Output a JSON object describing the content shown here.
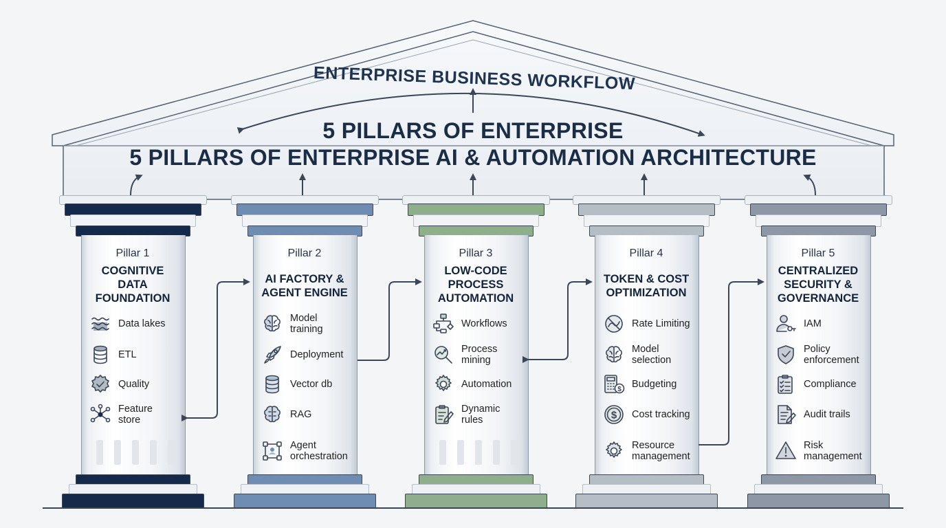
{
  "roof_title": "ENTERPRISE BUSINESS WORKFLOW",
  "title_line1": "5 PILLARS OF ENTERPRISE",
  "title_line2": "5 PILLARS OF ENTERPRISE AI & AUTOMATION ARCHITECTURE",
  "colors": {
    "pillar1": "#152a4a",
    "pillar2": "#6f8db3",
    "pillar3": "#8fae8c",
    "pillar4": "#b4bec4",
    "pillar5": "#8e97a6",
    "outline": "#3c4656"
  },
  "pillars": [
    {
      "number": "Pillar 1",
      "title": [
        "COGNITIVE",
        "DATA",
        "FOUNDATION"
      ],
      "items": [
        {
          "label": [
            "Data lakes"
          ],
          "icon": "water-waves-icon"
        },
        {
          "label": [
            "ETL"
          ],
          "icon": "database-stack-icon"
        },
        {
          "label": [
            "Quality"
          ],
          "icon": "quality-badge-icon"
        },
        {
          "label": [
            "Feature",
            "store"
          ],
          "icon": "network-nodes-icon"
        }
      ]
    },
    {
      "number": "Pillar 2",
      "title": [
        "AI FACTORY &",
        "AGENT ENGINE"
      ],
      "items": [
        {
          "label": [
            "Model",
            "training"
          ],
          "icon": "brain-icon"
        },
        {
          "label": [
            "Deployment"
          ],
          "icon": "rocket-icon"
        },
        {
          "label": [
            "Vector db"
          ],
          "icon": "database-icon"
        },
        {
          "label": [
            "RAG"
          ],
          "icon": "brain-circuit-icon"
        },
        {
          "label": [
            "Agent",
            "orchestration"
          ],
          "icon": "agent-network-icon"
        }
      ]
    },
    {
      "number": "Pillar 3",
      "title": [
        "LOW-CODE",
        "PROCESS",
        "AUTOMATION"
      ],
      "items": [
        {
          "label": [
            "Workflows"
          ],
          "icon": "flowchart-icon"
        },
        {
          "label": [
            "Process",
            "mining"
          ],
          "icon": "magnifier-chart-icon"
        },
        {
          "label": [
            "Automation"
          ],
          "icon": "gear-icon"
        },
        {
          "label": [
            "Dynamic",
            "rules"
          ],
          "icon": "clipboard-pencil-icon"
        }
      ]
    },
    {
      "number": "Pillar 4",
      "title": [
        "TOKEN & COST",
        "OPTIMIZATION"
      ],
      "items": [
        {
          "label": [
            "Rate Limiting"
          ],
          "icon": "rate-limit-icon"
        },
        {
          "label": [
            "Model",
            "selection"
          ],
          "icon": "brain-icon"
        },
        {
          "label": [
            "Budgeting"
          ],
          "icon": "calculator-coin-icon"
        },
        {
          "label": [
            "Cost tracking"
          ],
          "icon": "dollar-coin-icon"
        },
        {
          "label": [
            "Resource",
            "management"
          ],
          "icon": "gear-icon"
        }
      ]
    },
    {
      "number": "Pillar 5",
      "title": [
        "CENTRALIZED",
        "SECURITY &",
        "GOVERNANCE"
      ],
      "items": [
        {
          "label": [
            "IAM"
          ],
          "icon": "user-key-icon"
        },
        {
          "label": [
            "Policy",
            "enforcement"
          ],
          "icon": "shield-check-icon"
        },
        {
          "label": [
            "Compliance"
          ],
          "icon": "checklist-icon"
        },
        {
          "label": [
            "Audit trails"
          ],
          "icon": "document-pen-icon"
        },
        {
          "label": [
            "Risk",
            "management"
          ],
          "icon": "warning-triangle-icon"
        }
      ]
    }
  ]
}
